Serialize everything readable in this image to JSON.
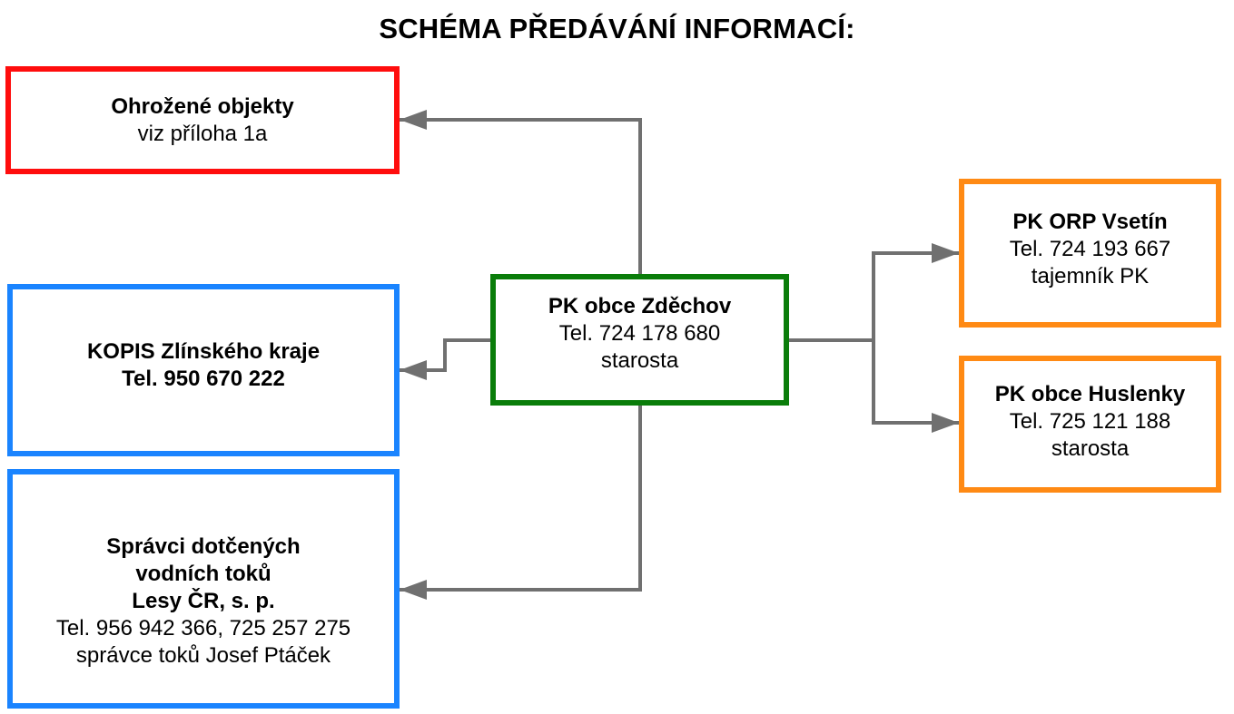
{
  "title": "SCHÉMA PŘEDÁVÁNÍ INFORMACÍ:",
  "nodes": {
    "ohrozene": {
      "lines": [
        "Ohrožené objekty",
        "viz příloha 1a"
      ],
      "border_color": "#ff0d0d"
    },
    "kopis": {
      "lines": [
        "KOPIS Zlínského kraje",
        "Tel. 950 670 222"
      ],
      "border_color": "#1a84ff"
    },
    "spravci": {
      "lines": [
        "Správci dotčených",
        "vodních toků",
        "Lesy ČR, s. p.",
        "Tel. 956 942 366, 725 257 275",
        "správce toků Josef Ptáček"
      ],
      "border_color": "#1a84ff"
    },
    "zdechov": {
      "lines": [
        "PK obce Zděchov",
        "Tel. 724 178 680",
        "starosta"
      ],
      "border_color": "#0a7d0a"
    },
    "vsetin": {
      "lines": [
        "PK ORP Vsetín",
        "Tel. 724 193 667",
        "tajemník PK"
      ],
      "border_color": "#ff8a14"
    },
    "huslenky": {
      "lines": [
        "PK obce Huslenky",
        "Tel. 725 121 188",
        "starosta"
      ],
      "border_color": "#ff8a14"
    }
  },
  "edges": [
    {
      "from": "zdechov",
      "to": "ohrozene"
    },
    {
      "from": "zdechov",
      "to": "kopis"
    },
    {
      "from": "zdechov",
      "to": "spravci"
    },
    {
      "from": "zdechov",
      "to": "vsetin"
    },
    {
      "from": "zdechov",
      "to": "huslenky"
    }
  ],
  "connector_color": "#707070"
}
